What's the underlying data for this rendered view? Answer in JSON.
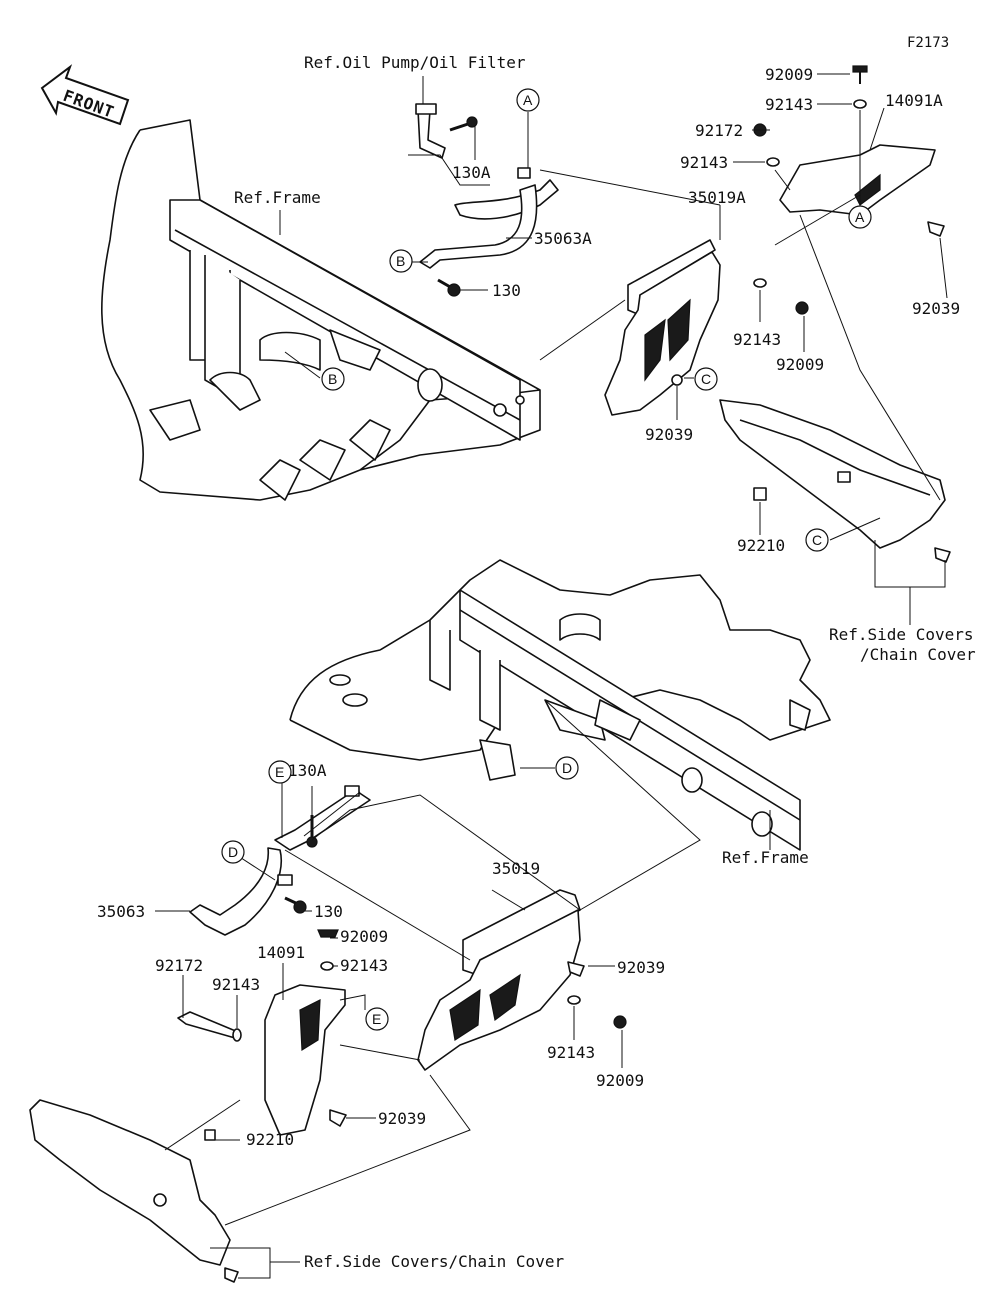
{
  "figure_code": "F2173",
  "front_label": "FRONT",
  "refs": {
    "oil_pump": "Ref.Oil Pump/Oil Filter",
    "frame_top": "Ref.Frame",
    "frame_bottom": "Ref.Frame",
    "side_covers_top_line1": "Ref.Side Covers",
    "side_covers_top_line2": "/Chain Cover",
    "side_covers_bottom": "Ref.Side Covers/Chain Cover"
  },
  "callouts": {
    "A1": "A",
    "A2": "A",
    "B1": "B",
    "B2": "B",
    "C1": "C",
    "C2": "C",
    "D1": "D",
    "D2": "D",
    "E1": "E",
    "E2": "E"
  },
  "parts_top": {
    "p92009_a": "92009",
    "p92143_a": "92143",
    "p14091A": "14091A",
    "p92172_a": "92172",
    "p92143_b": "92143",
    "p130A_a": "130A",
    "p35019A": "35019A",
    "p35063A": "35063A",
    "p130_a": "130",
    "p92039_a": "92039",
    "p92143_c": "92143",
    "p92009_b": "92009",
    "p92039_b": "92039",
    "p92210_a": "92210"
  },
  "parts_bottom": {
    "p130A_b": "130A",
    "p35019": "35019",
    "p35063": "35063",
    "p130_b": "130",
    "p92009_c": "92009",
    "p92143_d": "92143",
    "p14091": "14091",
    "p92172_b": "92172",
    "p92143_e": "92143",
    "p92039_c": "92039",
    "p92143_f": "92143",
    "p92009_d": "92009",
    "p92039_d": "92039",
    "p92210_b": "92210"
  }
}
